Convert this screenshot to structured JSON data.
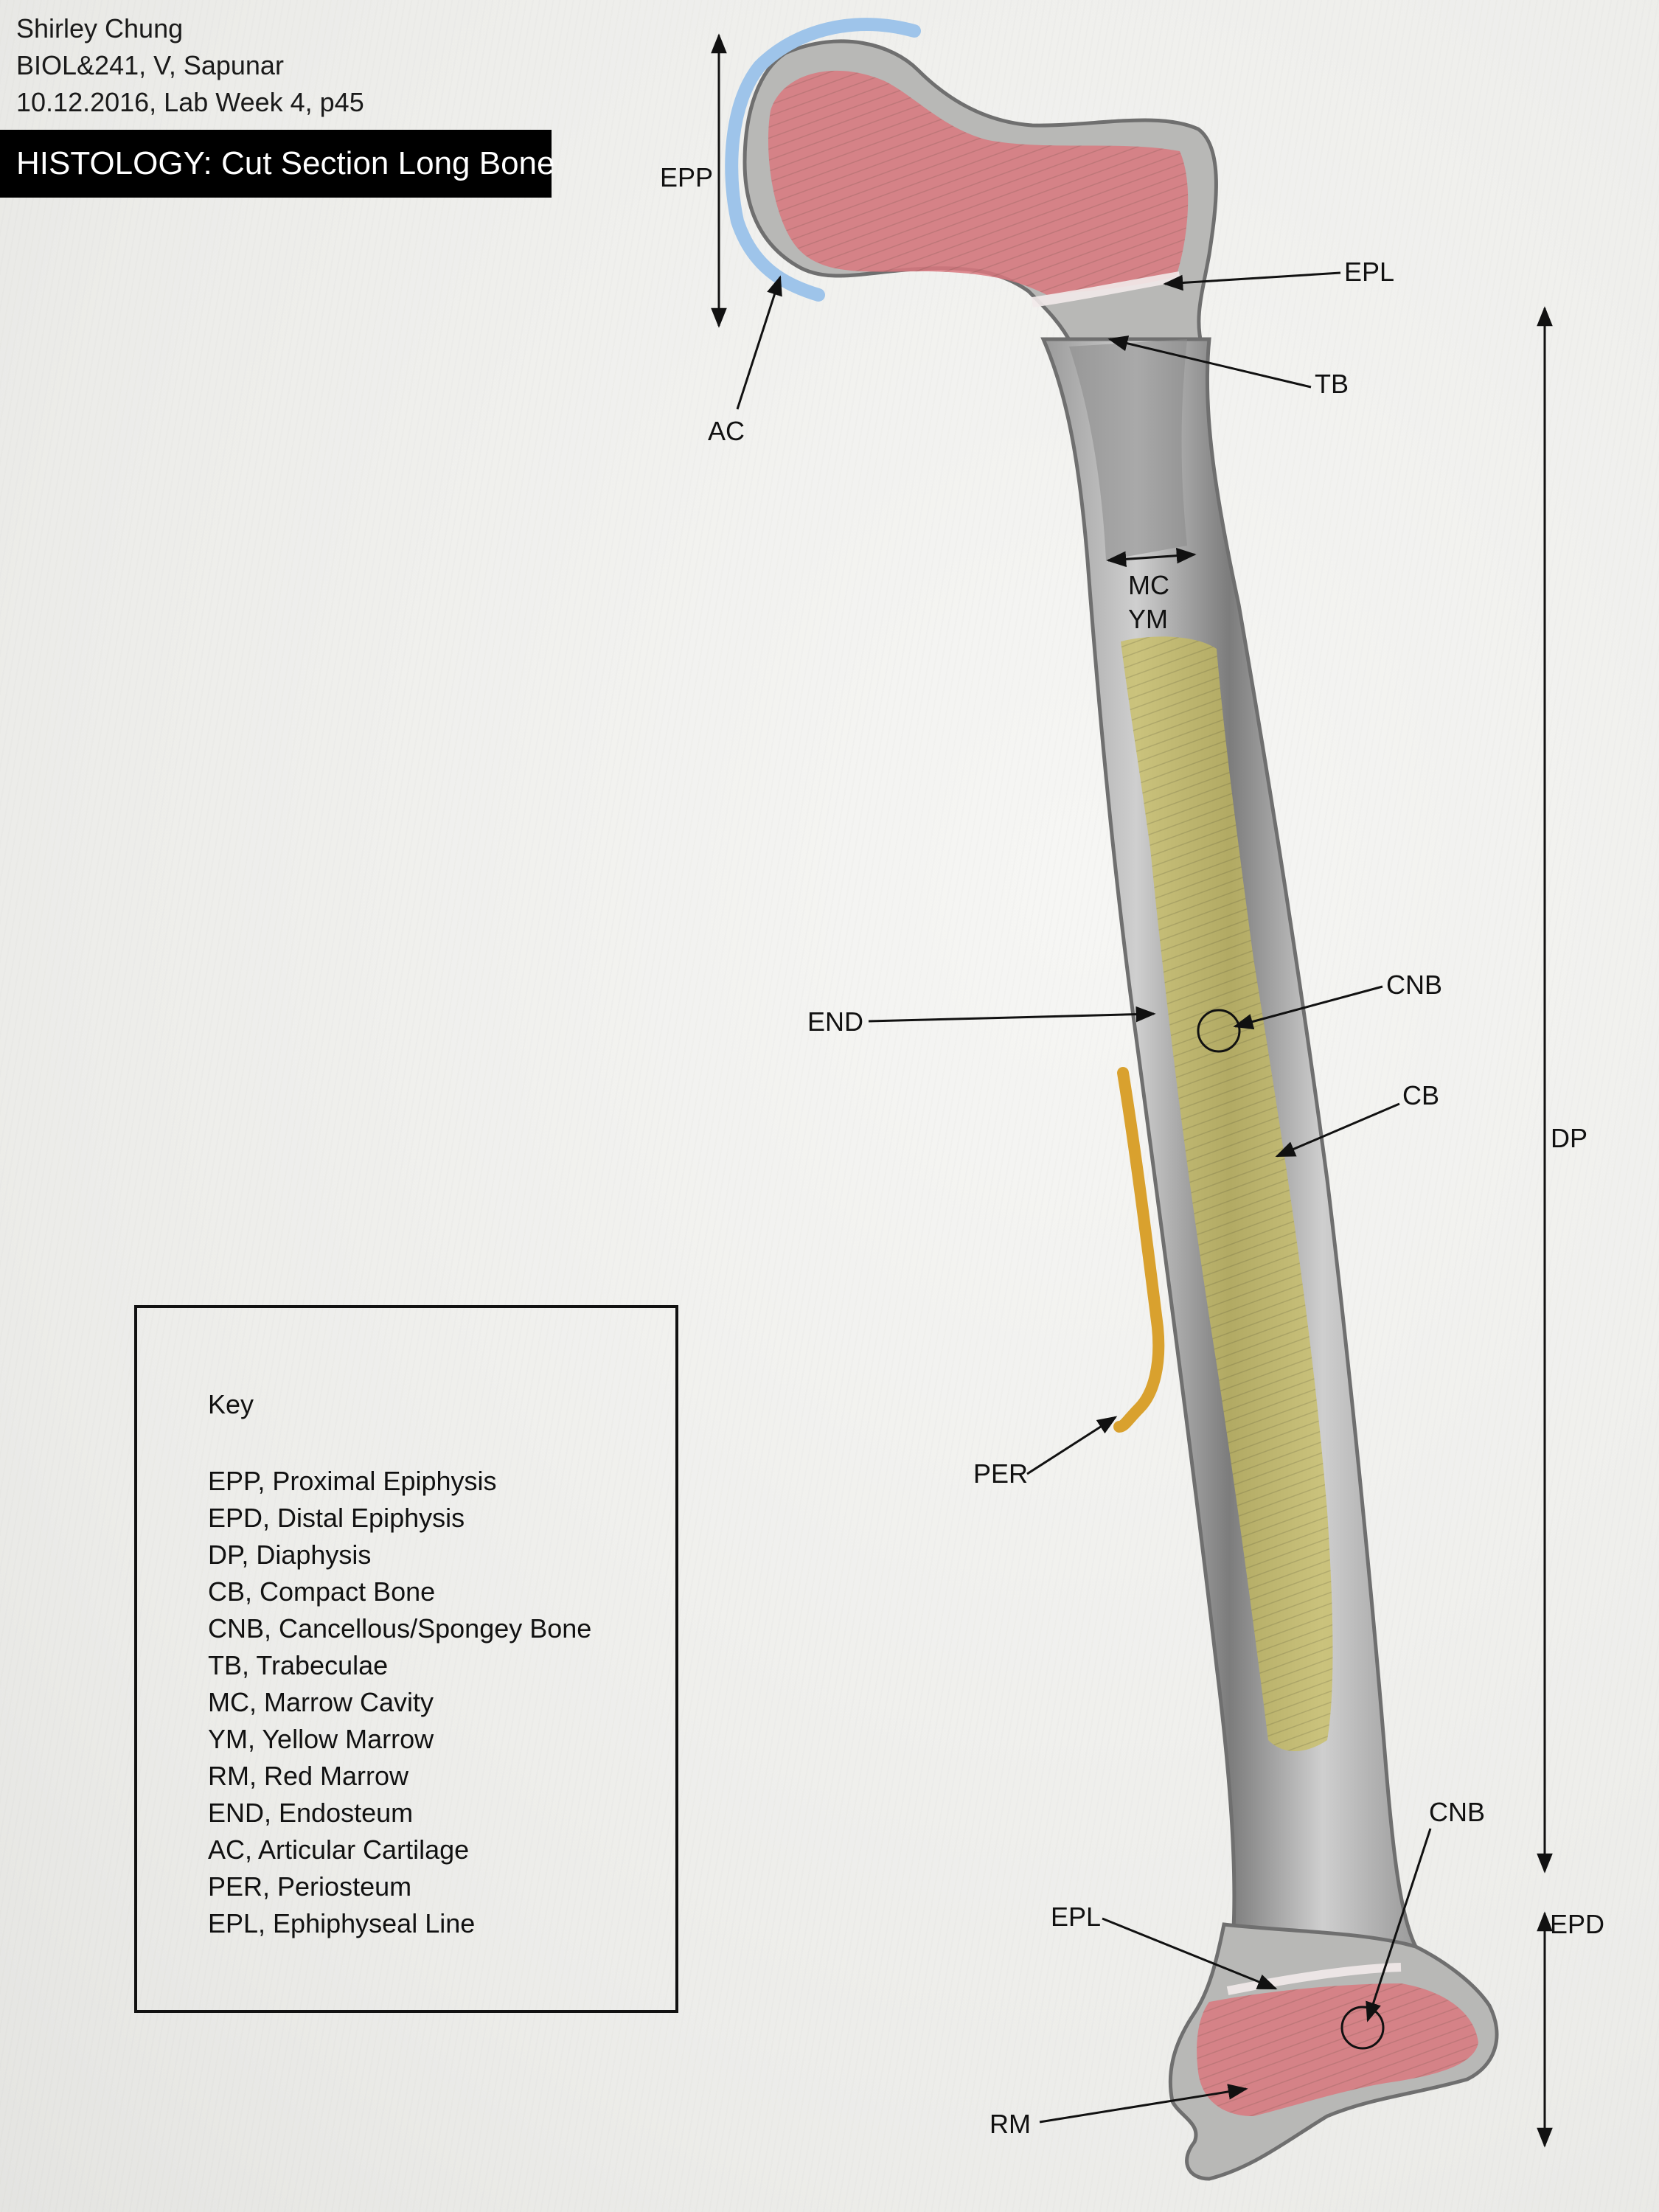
{
  "header": {
    "line1": "Shirley Chung",
    "line2": "BIOL&241, V, Sapunar",
    "line3": "10.12.2016, Lab Week 4, p45"
  },
  "title": "HISTOLOGY: Cut Section Long Bone",
  "labels": {
    "epp": "EPP",
    "ac": "AC",
    "epl_top": "EPL",
    "tb": "TB",
    "mc": "MC",
    "ym": "YM",
    "dp": "DP",
    "cnb_mid": "CNB",
    "end": "END",
    "cb": "CB",
    "per": "PER",
    "cnb_bottom": "CNB",
    "epl_bottom": "EPL",
    "epd": "EPD",
    "rm": "RM"
  },
  "key": {
    "title": "Key",
    "items": [
      "EPP, Proximal Epiphysis",
      "EPD, Distal Epiphysis",
      "DP, Diaphysis",
      "CB, Compact Bone",
      "CNB, Cancellous/Spongey Bone",
      "TB, Trabeculae",
      "MC, Marrow Cavity",
      "YM, Yellow Marrow",
      "RM, Red Marrow",
      "END, Endosteum",
      "AC, Articular Cartilage",
      "PER, Periosteum",
      "EPL, Ephiphyseal Line"
    ]
  },
  "colors": {
    "red_marrow": "#d9787f",
    "yellow_marrow": "#c9bd5a",
    "cartilage": "#9ec4ea",
    "periosteum": "#d9a12e",
    "bone_gray": "#a8a8a8",
    "title_bg": "#000000"
  }
}
